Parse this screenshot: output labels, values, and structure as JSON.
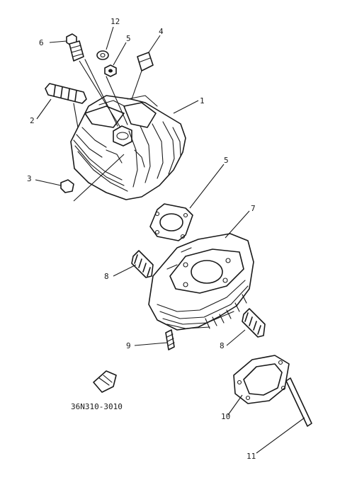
{
  "diagram": {
    "part_number": "36N310-3010",
    "callouts": {
      "c1": "1",
      "c2": "2",
      "c3": "3",
      "c4": "4",
      "c5a": "5",
      "c5b": "5",
      "c6": "6",
      "c7": "7",
      "c8a": "8",
      "c8b": "8",
      "c9": "9",
      "c10": "10",
      "c11": "11",
      "c12": "12"
    },
    "colors": {
      "ink": "#1a1a1a",
      "paper": "#ffffff"
    }
  }
}
